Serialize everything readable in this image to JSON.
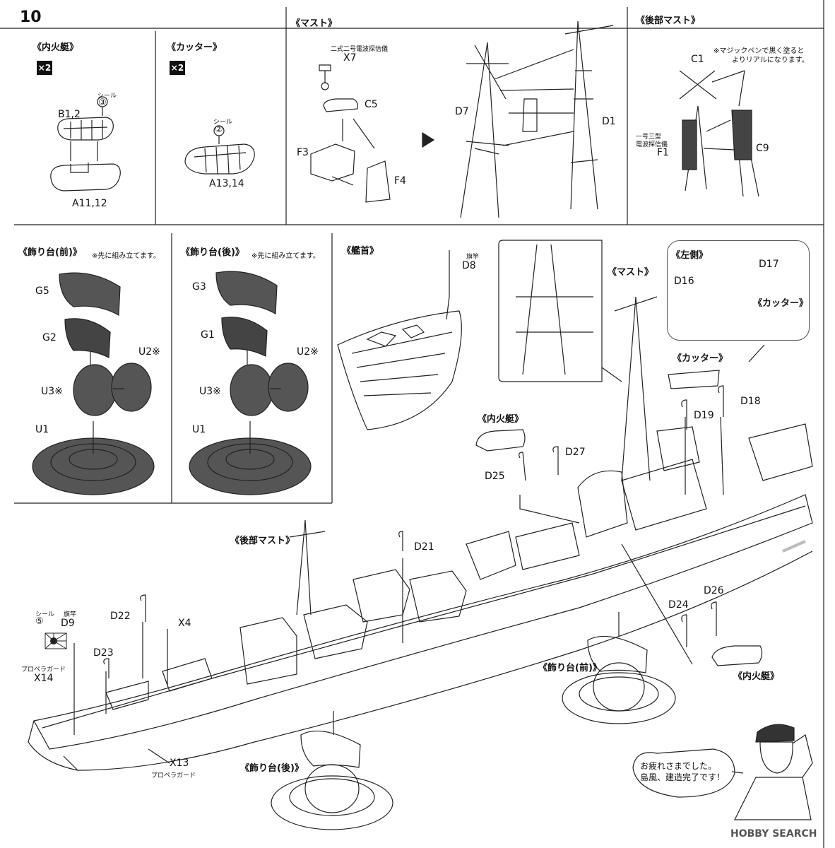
{
  "step_number": "10",
  "panels": {
    "launch": {
      "title": "《内火艇》",
      "qty": "×2",
      "seal_label": "シール",
      "seal_num": "③",
      "part_top": "B1,2",
      "part_bottom": "A11,12"
    },
    "cutter": {
      "title": "《カッター》",
      "qty": "×2",
      "seal_label": "シール",
      "seal_num": "②",
      "part": "A13,14"
    },
    "mast": {
      "title": "《マスト》",
      "radar_name": "二式二号電波探信儀",
      "parts": [
        "X7",
        "C5",
        "F3",
        "F4",
        "D7",
        "D1"
      ]
    },
    "rear_mast": {
      "title": "《後部マスト》",
      "note_line1": "※マジックペンで黒く塗ると",
      "note_line2": "よりリアルになります。",
      "radar_line1": "一号三型",
      "radar_line2": "電波探信儀",
      "parts": [
        "C1",
        "F1",
        "C9"
      ]
    },
    "stand_front": {
      "title": "《飾り台(前)》",
      "note": "※先に組み立てます。",
      "parts": [
        "G5",
        "G2",
        "U2※",
        "U3※",
        "U1"
      ]
    },
    "stand_rear": {
      "title": "《飾り台(後)》",
      "note": "※先に組み立てます。",
      "parts": [
        "G3",
        "G1",
        "U2※",
        "U3※",
        "U1"
      ]
    },
    "bow": {
      "title": "《艦首》",
      "flagpole": "旗竿",
      "part": "D8"
    }
  },
  "main_assembly": {
    "labels": {
      "mast": "《マスト》",
      "rear_mast": "《後部マスト》",
      "launch_top": "《内火艇》",
      "launch_right": "《内火艇》",
      "cutter_right": "《カッター》",
      "left_side": "《左側》",
      "cutter_inset": "《カッター》",
      "stand_front": "《飾り台(前)》",
      "stand_rear": "《飾り台(後)》"
    },
    "parts": {
      "d16": "D16",
      "d17": "D17",
      "d19": "D19",
      "d18": "D18",
      "d27": "D27",
      "d25": "D25",
      "d21": "D21",
      "d22": "D22",
      "x4": "X4",
      "d9": "D9",
      "d23": "D23",
      "x14": "X14",
      "x13": "X13",
      "d24": "D24",
      "d26": "D26"
    },
    "seal_label": "シール",
    "seal_num": "⑤",
    "flagpole": "旗竿",
    "propeller_guard_top": "プロペラガード",
    "propeller_guard_bottom": "プロペラガード"
  },
  "speech": {
    "line1": "お疲れさまでした。",
    "line2": "島風、建造完了です！"
  },
  "watermark": "HOBBY SEARCH"
}
